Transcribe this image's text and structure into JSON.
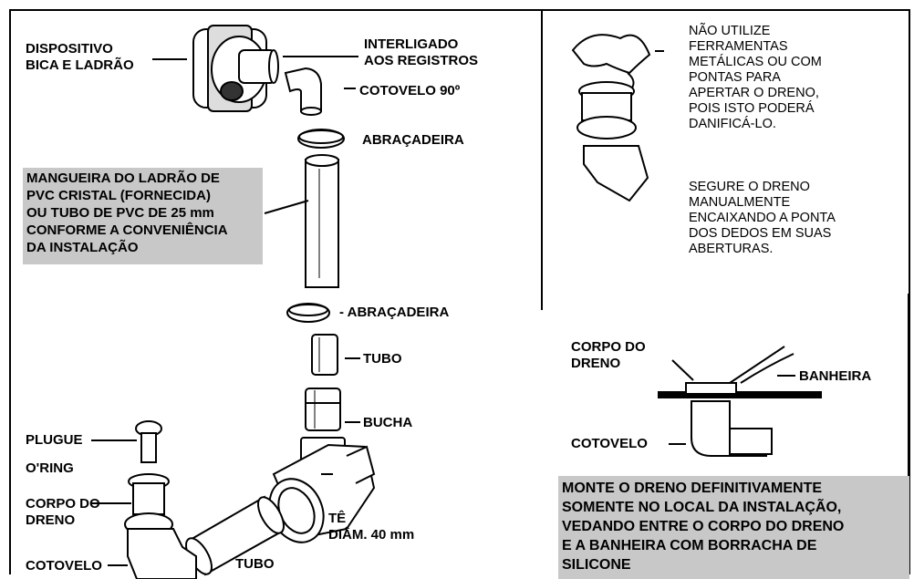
{
  "left": {
    "dispositivo": [
      "DISPOSITIVO",
      "BICA E LADRÃO"
    ],
    "interligado": [
      "INTERLIGADO",
      "AOS REGISTROS"
    ],
    "cotovelo90": "COTOVELO 90º",
    "abracadeira1": "ABRAÇADEIRA",
    "mangueira_box": [
      "MANGUEIRA DO LADRÃO DE",
      "PVC CRISTAL (FORNECIDA)",
      "OU TUBO DE PVC DE 25 mm",
      "CONFORME A CONVENIÊNCIA",
      "DA INSTALAÇÃO"
    ],
    "abracadeira2": "ABRAÇADEIRA",
    "tubo_mid": "TUBO",
    "bucha": "BUCHA",
    "plugue": "PLUGUE",
    "oring": "O'RING",
    "corpo_dreno": [
      "CORPO DO",
      "DRENO"
    ],
    "cotovelo": "COTOVELO",
    "tubo_bottom": "TUBO",
    "te": [
      "TÊ",
      "DIÂM. 40 mm"
    ]
  },
  "right": {
    "warning": [
      "NÃO UTILIZE",
      "FERRAMENTAS",
      "METÁLICAS OU COM",
      "PONTAS PARA",
      "APERTAR O DRENO,",
      "POIS ISTO PODERÁ",
      "DANIFICÁ-LO."
    ],
    "instruction": [
      "SEGURE O DRENO",
      "MANUALMENTE",
      "ENCAIXANDO A PONTA",
      "DOS DEDOS EM SUAS",
      "ABERTURAS."
    ],
    "corpo_dreno": [
      "CORPO DO",
      "DRENO"
    ],
    "banheira": "BANHEIRA",
    "cotovelo": "COTOVELO",
    "final_box": [
      "MONTE O DRENO DEFINITIVAMENTE",
      "SOMENTE NO LOCAL DA INSTALAÇÃO,",
      "VEDANDO ENTRE O CORPO DO DRENO",
      "E A BANHEIRA COM BORRACHA DE",
      "SILICONE"
    ]
  },
  "colors": {
    "box_fill": "#c8c8c8",
    "ink": "#000000"
  }
}
